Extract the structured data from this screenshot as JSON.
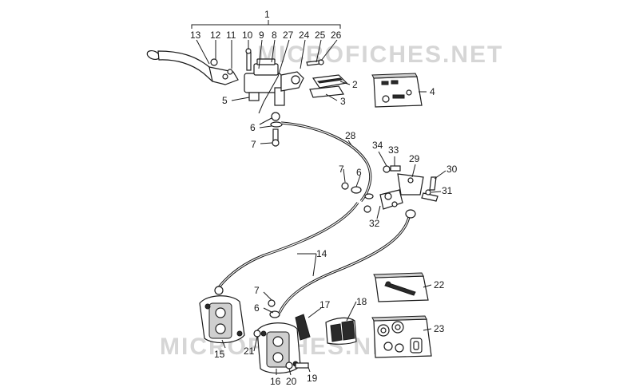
{
  "watermarks": [
    "MICROFICHES.NET",
    "MICROFICHES.NET"
  ],
  "callouts": {
    "c1": "1",
    "c2": "2",
    "c3": "3",
    "c4": "4",
    "c5": "5",
    "c6a": "6",
    "c6b": "6",
    "c6c": "6",
    "c7a": "7",
    "c7b": "7",
    "c7c": "7",
    "c8": "8",
    "c9": "9",
    "c10": "10",
    "c11": "11",
    "c12": "12",
    "c13": "13",
    "c14": "14",
    "c15": "15",
    "c16": "16",
    "c17": "17",
    "c18": "18",
    "c19": "19",
    "c20": "20",
    "c21": "21",
    "c22": "22",
    "c23": "23",
    "c24": "24",
    "c25": "25",
    "c26": "26",
    "c27": "27",
    "c28": "28",
    "c29": "29",
    "c30": "30",
    "c31": "31",
    "c32": "32",
    "c33": "33",
    "c34": "34"
  }
}
